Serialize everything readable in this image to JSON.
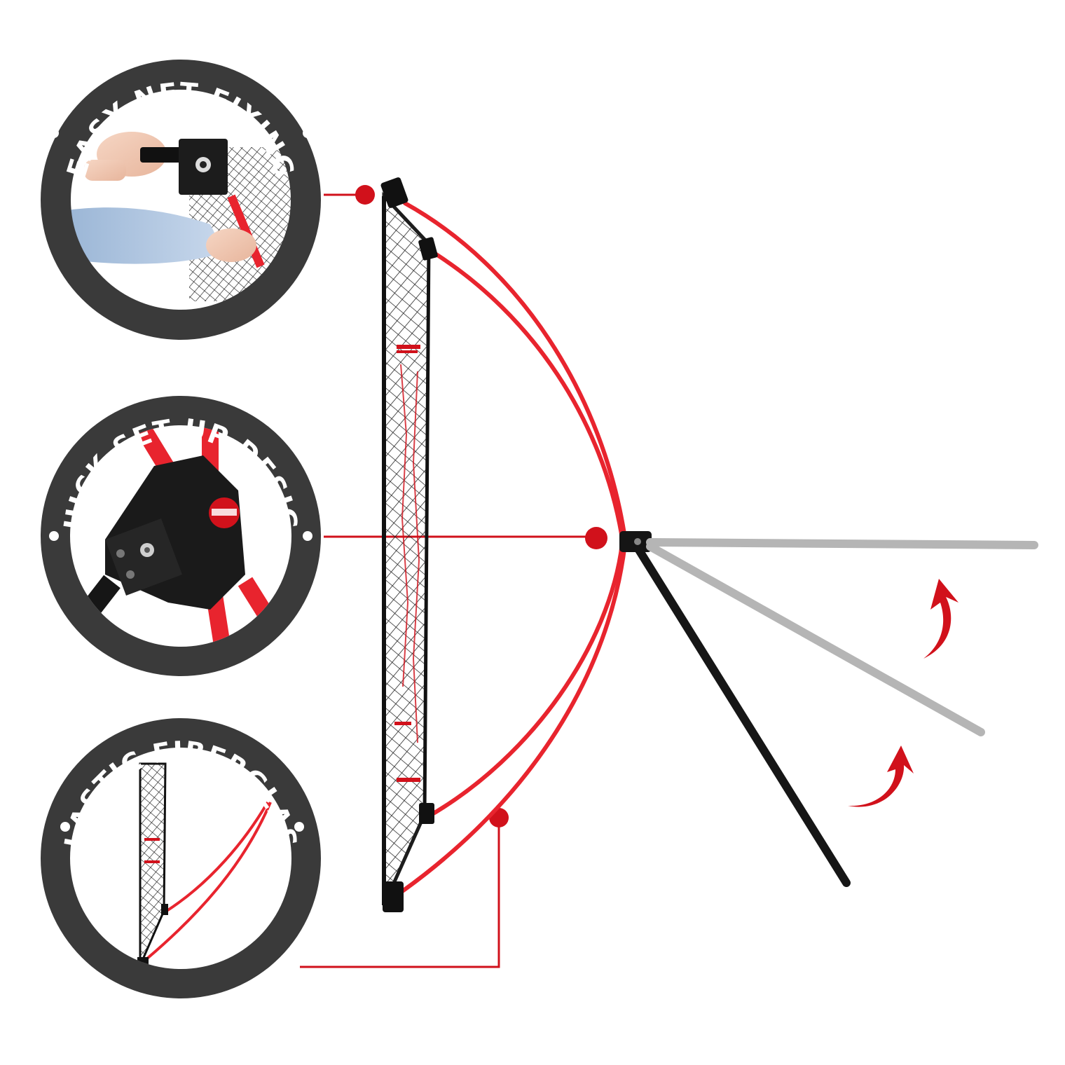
{
  "features": [
    {
      "id": "net-fixing",
      "label": "EASY NET FIXING",
      "icon": "strap-photo-icon"
    },
    {
      "id": "quick-setup",
      "label": "QUICK SET UP DESIGN",
      "icon": "hinge-joint-icon"
    },
    {
      "id": "fiberglass",
      "label": "ELASTIC FIBERGLASS",
      "icon": "net-frame-icon"
    }
  ],
  "colors": {
    "ring": "#3a3a3a",
    "accent": "#d1111b",
    "pole_red": "#e8242e",
    "net": "#1a1a1a",
    "gray_pole": "#b5b5b5",
    "black_pole": "#161616",
    "background": "#ffffff"
  }
}
